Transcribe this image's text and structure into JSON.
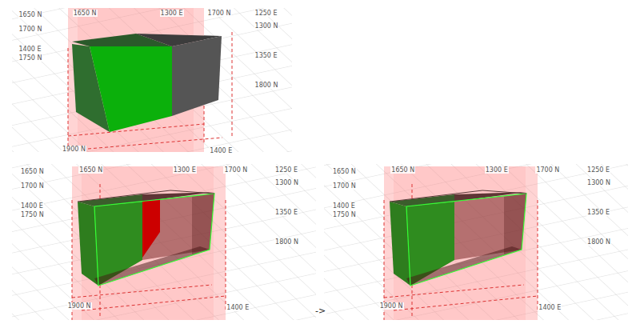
{
  "diagram": {
    "labels": [
      "1650 N",
      "1650 N",
      "1300 E",
      "1700 N",
      "1250 E",
      "1700 N",
      "1300 N",
      "1400 E",
      "1750 N",
      "1350 E",
      "1800 N",
      "1900 N",
      "1400 E",
      "1650 N",
      "1650 N",
      "1300 E",
      "1700 N",
      "1250 E",
      "1700 N",
      "1300 N",
      "1400 E",
      "1750 N",
      "1350 E",
      "1800 N",
      "1900 N",
      "1400 E",
      "1650 N",
      "1650 N",
      "1300 E",
      "1700 N",
      "1250 E",
      "1700 N",
      "1300 N",
      "1400 E",
      "1750 N",
      "1350 E",
      "1800 N",
      "1900 N",
      "1400 E",
      "->"
    ]
  }
}
